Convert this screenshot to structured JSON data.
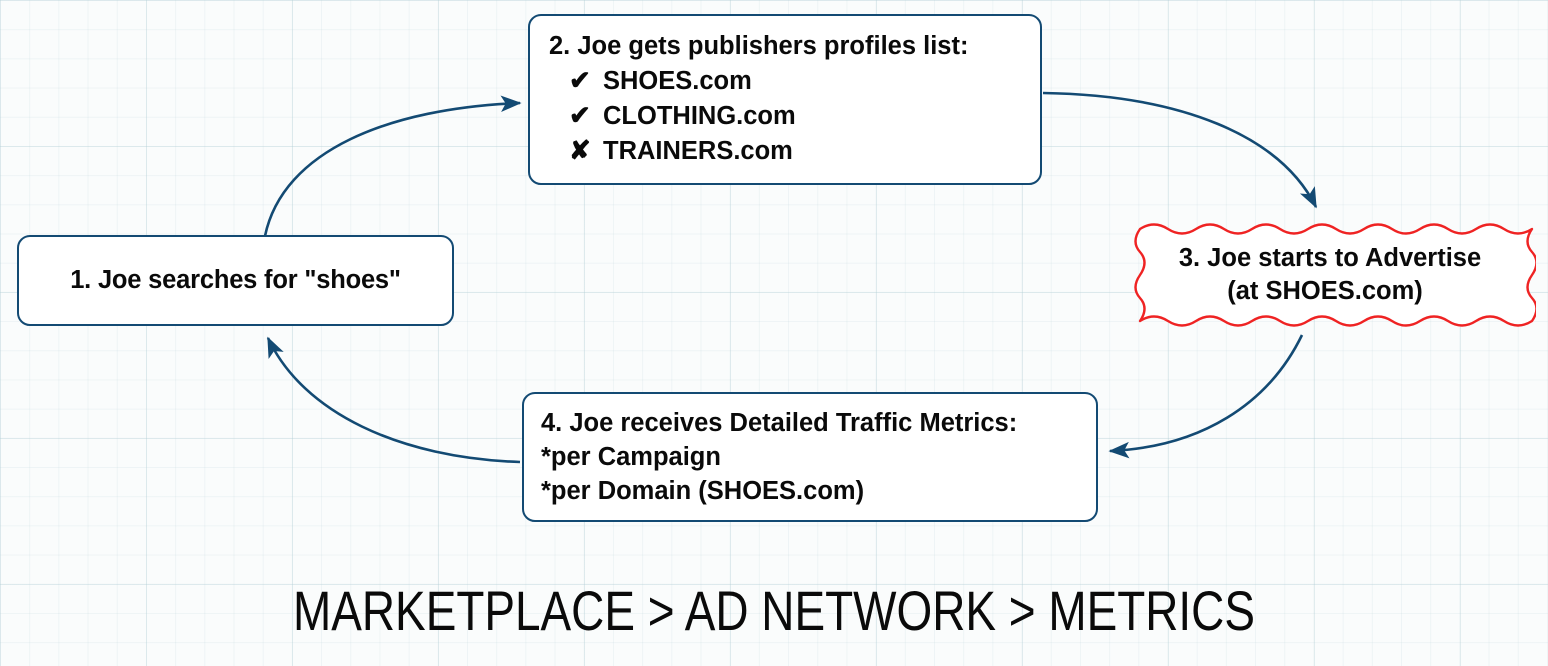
{
  "diagram": {
    "caption": "MARKETPLACE > AD NETWORK > METRICS",
    "colors": {
      "box_border_blue": "#134a73",
      "arrow_blue": "#134a73",
      "scallop_red": "#ef2323",
      "text_black": "#0a0a0a",
      "background": "#fafcfc",
      "grid_line": "#b0cdd4"
    },
    "nodes": {
      "step1": {
        "id": "1",
        "text": "1. Joe searches for \"shoes\"",
        "style": "rounded-rectangle-blue"
      },
      "step2": {
        "id": "2",
        "heading": "2. Joe gets publishers profiles list:",
        "style": "rounded-rectangle-blue",
        "items": [
          {
            "mark": "✔",
            "mark_name": "check-mark",
            "label": "SHOES.com"
          },
          {
            "mark": "✔",
            "mark_name": "check-mark",
            "label": "CLOTHING.com"
          },
          {
            "mark": "✘",
            "mark_name": "cross-mark",
            "label": "TRAINERS.com"
          }
        ]
      },
      "step3": {
        "id": "3",
        "line1": "3. Joe starts to Advertise",
        "line2": "(at SHOES.com)",
        "style": "scalloped-rectangle-red"
      },
      "step4": {
        "id": "4",
        "line1": "4. Joe receives Detailed Traffic Metrics:",
        "line2": "*per Campaign",
        "line3": "*per Domain (SHOES.com)",
        "style": "rounded-rectangle-blue"
      }
    },
    "arrows": [
      {
        "name": "arrow-step1-to-step2",
        "from": "step1",
        "to": "step2",
        "direction": "clockwise"
      },
      {
        "name": "arrow-step2-to-step3",
        "from": "step2",
        "to": "step3",
        "direction": "clockwise"
      },
      {
        "name": "arrow-step3-to-step4",
        "from": "step3",
        "to": "step4",
        "direction": "clockwise"
      },
      {
        "name": "arrow-step4-to-step1",
        "from": "step4",
        "to": "step1",
        "direction": "clockwise"
      }
    ]
  }
}
